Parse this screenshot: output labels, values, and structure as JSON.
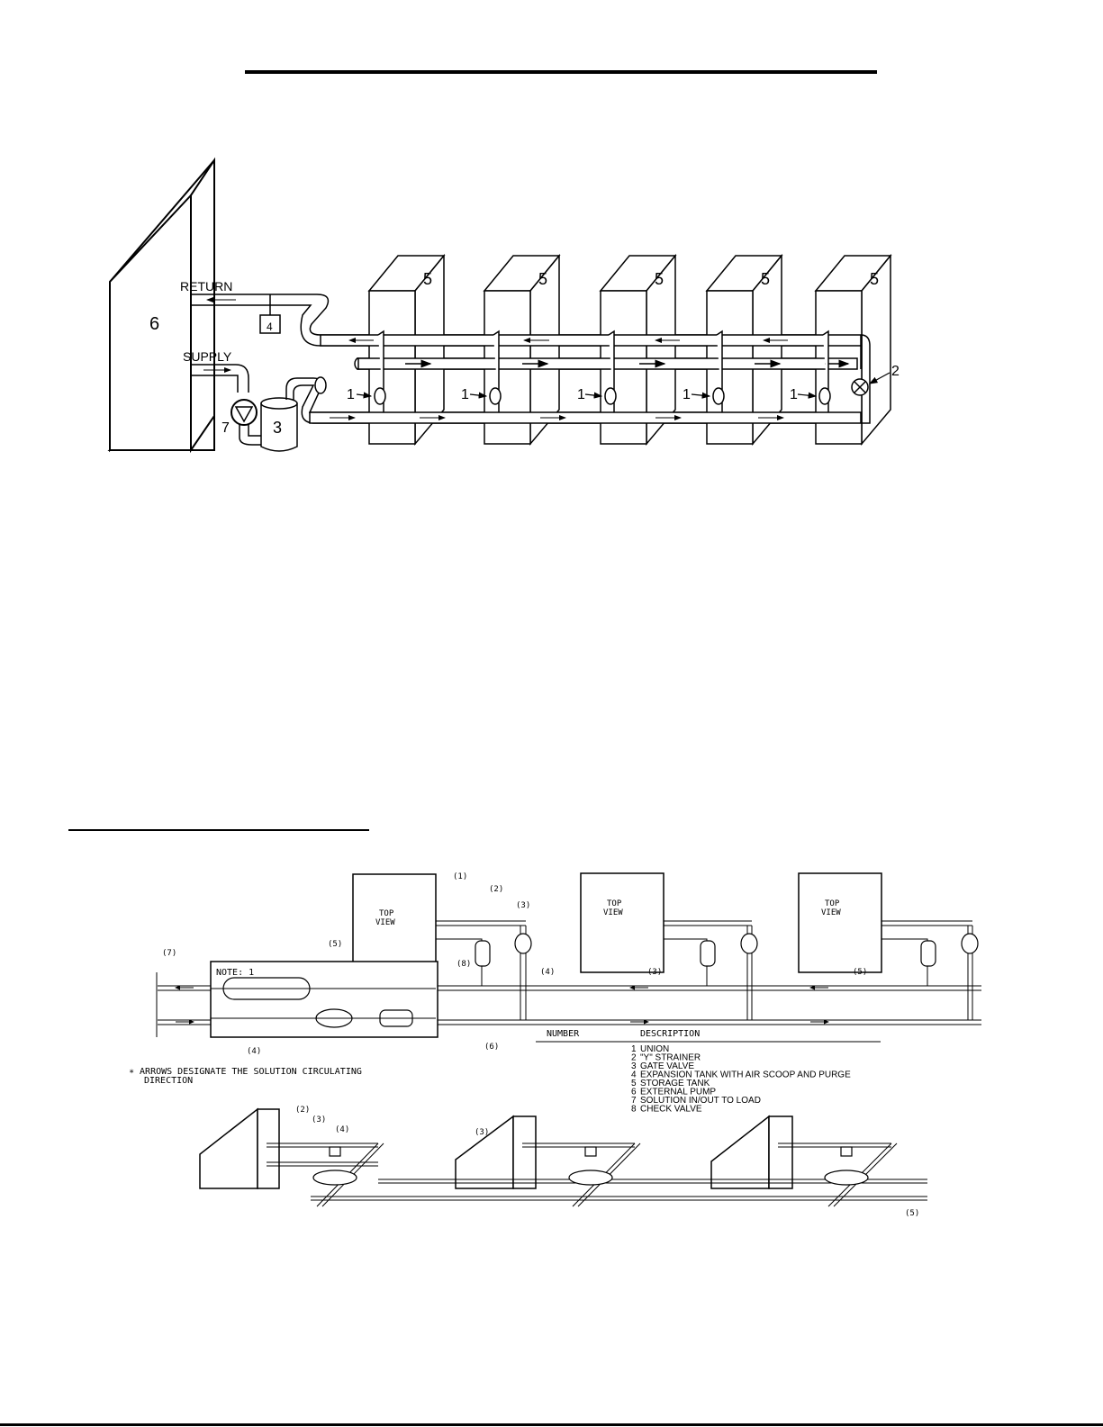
{
  "diagram1": {
    "labels": {
      "return": "RETURN",
      "supply": "SUPPLY",
      "load": "6",
      "tank": "5",
      "union": "1",
      "strainer": "2",
      "scoop": "3",
      "expansion": "4",
      "pump": "7"
    }
  },
  "diagram2": {
    "top_view": "TOP\nVIEW",
    "note": "NOTE: 1",
    "callouts": {
      "c1": "(1)",
      "c2": "(2)",
      "c3": "(3)",
      "c4": "(4)",
      "c5": "(5)",
      "c6": "(6)",
      "c7": "(7)",
      "c8": "(8)"
    },
    "arrows_note_line1": "∗  ARROWS DESIGNATE THE SOLUTION CIRCULATING",
    "arrows_note_line2": "DIRECTION",
    "legend": {
      "header_number": "NUMBER",
      "header_description": "DESCRIPTION",
      "rows": [
        {
          "number": "1",
          "description": "UNION"
        },
        {
          "number": "2",
          "description": "\"Y\" STRAINER"
        },
        {
          "number": "3",
          "description": "GATE VALVE"
        },
        {
          "number": "4",
          "description": "EXPANSION TANK WITH AIR SCOOP AND PURGE"
        },
        {
          "number": "5",
          "description": "STORAGE TANK"
        },
        {
          "number": "6",
          "description": "EXTERNAL PUMP"
        },
        {
          "number": "7",
          "description": "SOLUTION IN/OUT TO LOAD"
        },
        {
          "number": "8",
          "description": "CHECK VALVE"
        }
      ]
    }
  }
}
